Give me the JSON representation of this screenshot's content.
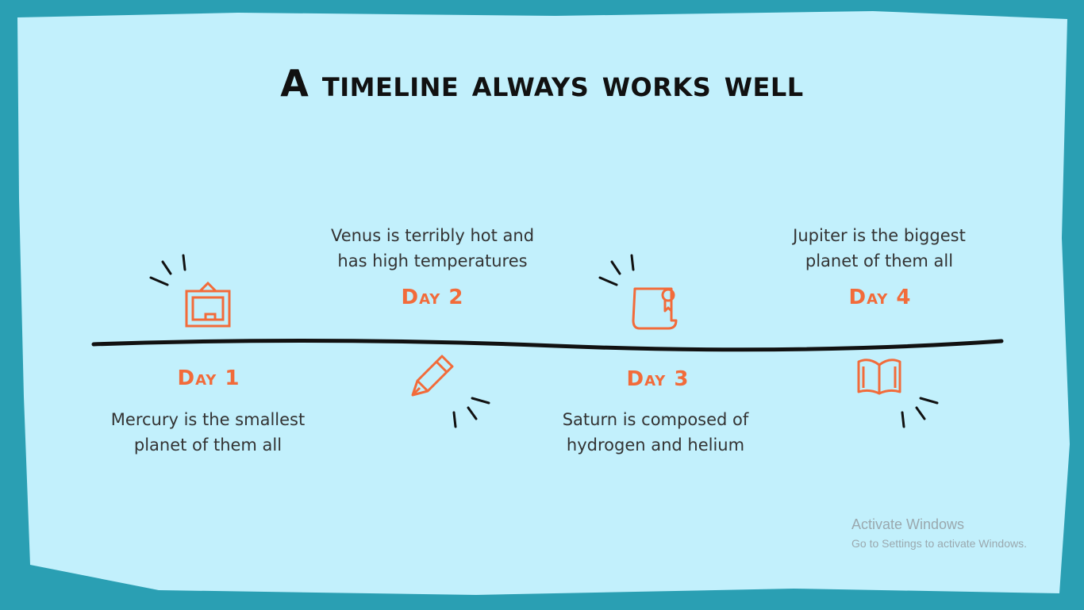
{
  "slide": {
    "title": "A timeline always works well",
    "colors": {
      "background": "#c2f0fc",
      "frame": "#2a9fb3",
      "accent": "#f26b3a",
      "text": "#333333"
    },
    "items": [
      {
        "day": "Day 1",
        "text_line1": "Mercury is the smallest",
        "text_line2": "planet of them all",
        "icon": "picture-frame-icon"
      },
      {
        "day": "Day 2",
        "text_line1": "Venus is terribly hot and",
        "text_line2": "has high temperatures",
        "icon": "pencil-icon"
      },
      {
        "day": "Day 3",
        "text_line1": "Saturn is composed of",
        "text_line2": "hydrogen and helium",
        "icon": "certificate-scroll-icon"
      },
      {
        "day": "Day 4",
        "text_line1": "Jupiter is the biggest",
        "text_line2": "planet of them all",
        "icon": "open-book-icon"
      }
    ]
  },
  "watermark": {
    "line1": "Activate Windows",
    "line2": "Go to Settings to activate Windows."
  }
}
